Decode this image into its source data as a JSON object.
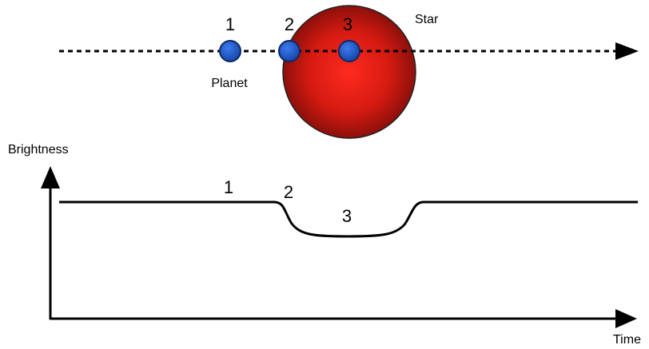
{
  "top": {
    "star_label": "Star",
    "planet_label": "Planet",
    "positions": [
      "1",
      "2",
      "3"
    ]
  },
  "graph": {
    "y_axis_label": "Brightness",
    "x_axis_label": "Time",
    "curve_labels": [
      "1",
      "2",
      "3"
    ]
  },
  "colors": {
    "star_center": "#ff2a1f",
    "star_edge": "#7a0d08",
    "planet_fill": "#1f5fd6",
    "planet_stroke": "#0d2a66",
    "line": "#000000"
  }
}
